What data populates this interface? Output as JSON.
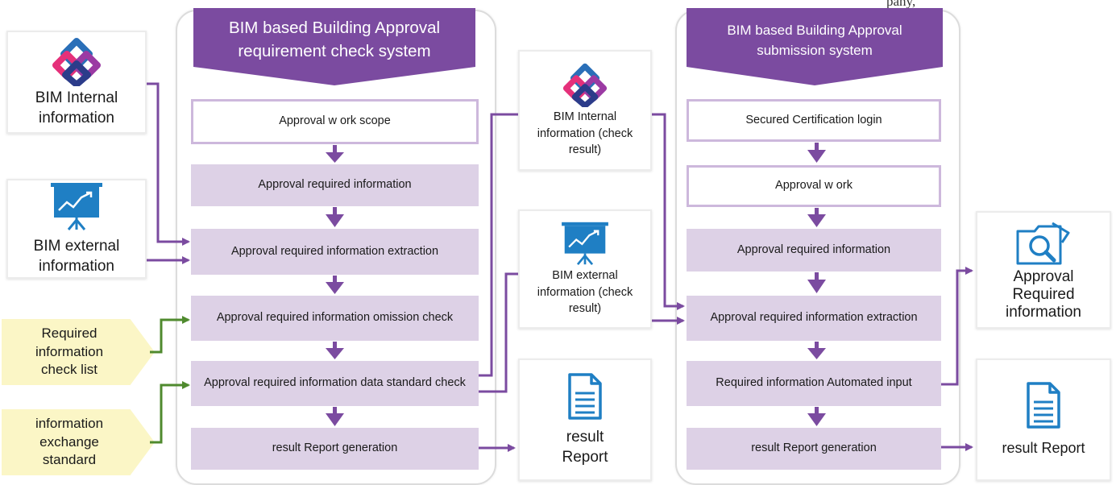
{
  "top_fragment": "pany,",
  "inputs": {
    "bim_internal": "BIM Internal information",
    "bim_external": "BIM external information",
    "checklist": "Required information check list",
    "exchange_standard": "information exchange standard"
  },
  "check_system": {
    "title": "BIM based Building Approval requirement check system",
    "steps": [
      "Approval w ork scope",
      "Approval required information",
      "Approval required information extraction",
      "Approval required information omission check",
      "Approval required information data standard check",
      "result Report generation"
    ]
  },
  "middle_outputs": {
    "bim_internal_result": "BIM Internal information (check result)",
    "bim_external_result": "BIM external information (check result)",
    "result_report": "result Report"
  },
  "submission_system": {
    "title": "BIM based Building Approval submission system",
    "steps": [
      "Secured Certification login",
      "Approval w ork",
      "Approval required information",
      "Approval required information extraction",
      "Required information Automated input",
      "result Report generation"
    ]
  },
  "outputs": {
    "approval_required_info": "Approval Required information",
    "result_report": "result Report"
  },
  "colors": {
    "purple": "#7b4ba0",
    "step_fill": "#ddd1e6",
    "step_border": "#cdb8dc",
    "tag_fill": "#fbf6c6",
    "green_arrow": "#4f8a2e",
    "icon_blue": "#1f7fc4"
  }
}
